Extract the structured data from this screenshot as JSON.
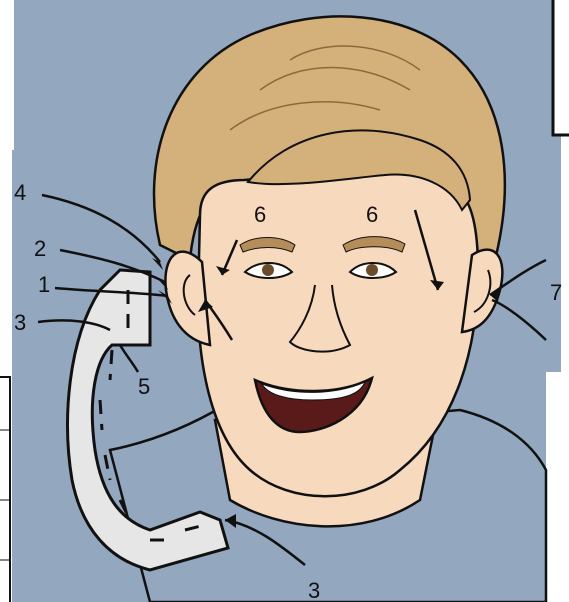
{
  "colors": {
    "background_panel": "#93a7bf",
    "skin": "#f7d9be",
    "hair": "#d4b07a",
    "handset": "#e6e6e6",
    "outline": "#111111",
    "card": "#ffffff"
  },
  "callouts": {
    "label_1": "1",
    "label_2": "2",
    "label_3_left": "3",
    "label_3_bottom": "3",
    "label_4": "4",
    "label_5": "5",
    "label_6_left": "6",
    "label_6_right": "6",
    "label_7": "7"
  },
  "icons": [
    "telephone-handset-icon",
    "arrow-icon"
  ]
}
